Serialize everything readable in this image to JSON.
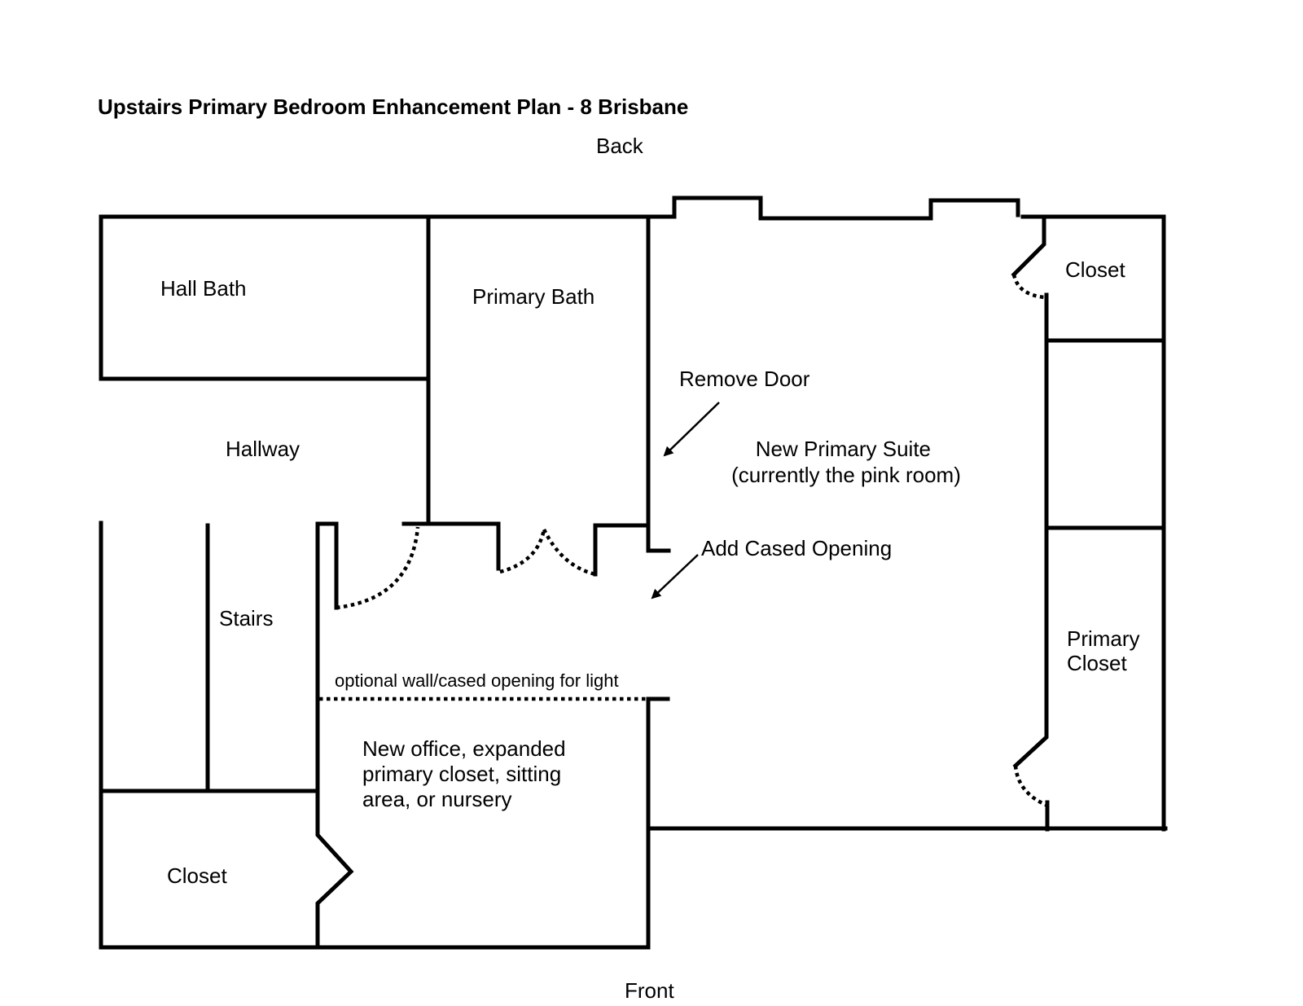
{
  "title": "Upstairs Primary Bedroom Enhancement Plan - 8 Brisbane",
  "orientation": {
    "top": "Back",
    "bottom": "Front"
  },
  "rooms": {
    "hall_bath": "Hall Bath",
    "primary_bath": "Primary Bath",
    "hallway": "Hallway",
    "stairs": "Stairs",
    "closet_bottom_left": "Closet",
    "closet_top_right": "Closet",
    "new_primary_suite": [
      "New Primary Suite",
      "(currently the pink room)"
    ],
    "primary_closet": [
      "Primary",
      "Closet"
    ],
    "new_office": [
      "New office, expanded",
      "primary closet, sitting",
      "area, or nursery"
    ]
  },
  "annotations": {
    "remove_door": "Remove Door",
    "add_cased_opening": "Add Cased Opening",
    "optional_wall": "optional wall/cased opening for light"
  },
  "colors": {
    "line": "#000000",
    "background": "#ffffff"
  }
}
